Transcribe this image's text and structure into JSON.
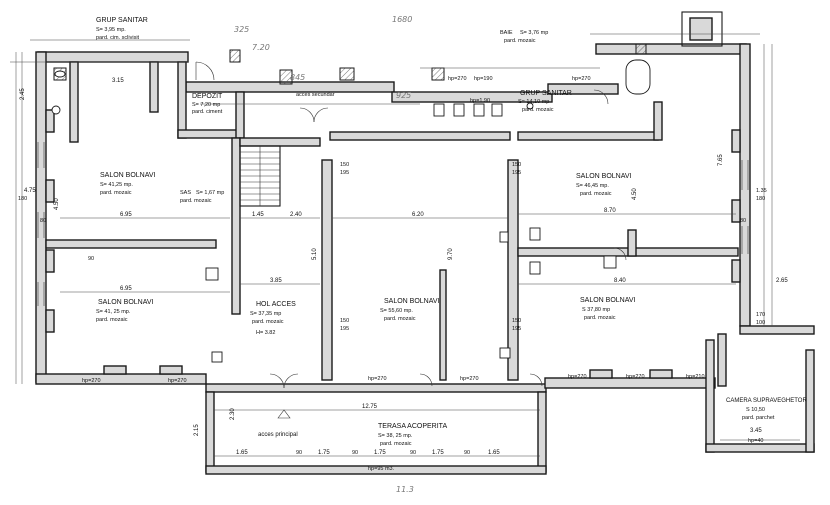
{
  "rooms": {
    "grup_sanitar_left": {
      "name": "GRUP SANITAR",
      "area": "S= 3,95 mp.",
      "floor": "pard. cim. sclivisit"
    },
    "depozit": {
      "name": "DEPOZIT",
      "area": "S= 7,20 mp",
      "floor": "pard. ciment"
    },
    "salon_nw": {
      "name": "SALON BOLNAVI",
      "area": "S= 41,25 mp.",
      "floor": "pard. mozaic"
    },
    "sas": {
      "name": "SAS",
      "area": "S= 1,67 mp",
      "floor": "pard. mozaic"
    },
    "salon_sw": {
      "name": "SALON BOLNAVI",
      "area": "S= 41, 25 mp.",
      "floor": "pard. mozaic"
    },
    "hol_acces": {
      "name": "HOL ACCES",
      "area": "S= 37,35 mp",
      "floor": "pard. mozaic",
      "height": "H= 3.82"
    },
    "salon_center": {
      "name": "SALON BOLNAVI",
      "area": "S= 55,60 mp.",
      "floor": "pard. mozaic"
    },
    "baie": {
      "name": "BAIE",
      "area": "S= 3,76 mp",
      "floor": "pard. mozaic"
    },
    "grup_sanitar_right": {
      "name": "GRUP SANITAR",
      "area": "S= 14,10 mp",
      "floor": "pard. mozaic"
    },
    "salon_ne": {
      "name": "SALON BOLNAVI",
      "area": "S= 46,45 mp.",
      "floor": "pard. mozaic"
    },
    "salon_se": {
      "name": "SALON BOLNAVI",
      "area": "S  37,80 mp",
      "floor": "pard. mozaic"
    },
    "camera": {
      "name": "CAMERA SUPRAVEGHETOR",
      "area": "S  10,50",
      "floor": "pard. parchet"
    },
    "terasa": {
      "name": "TERASA ACOPERITA",
      "area": "S= 38, 25 mp.",
      "floor": "pard. mozaic"
    }
  },
  "labels": {
    "acces_principal": "acces principal",
    "corridor": "acces secundar"
  },
  "dims": {
    "d_315": "3.15",
    "d_245": "2.45",
    "d_475": "4.75",
    "d_695a": "6.95",
    "d_695b": "6.95",
    "d_145a": "1.45",
    "d_240": "2.40",
    "d_620": "6.20",
    "d_870": "8.70",
    "d_840": "8.40",
    "d_385": "3.85",
    "d_265": "2.65",
    "d_1275": "12.75",
    "d_165a": "1.65",
    "d_165b": "1.65",
    "d_175a": "1.75",
    "d_175b": "1.75",
    "d_175c": "1.75",
    "d_90a": "90",
    "d_90b": "90",
    "d_90c": "90",
    "d_90d": "90",
    "d_345": "3.45",
    "d_450a": "4.50",
    "d_450b": "4.50",
    "d_970": "9.70",
    "d_510": "5.10",
    "d_765": "7.65",
    "d_215": "2.15",
    "d_150a": "150",
    "d_150b": "150",
    "d_150c": "150",
    "d_150d": "150",
    "d_195a": "195",
    "d_195b": "195",
    "d_195c": "195",
    "d_195d": "195",
    "d_135": "1.35",
    "d_180a": "180",
    "d_180b": "180",
    "d_170": "170",
    "d_100": "100",
    "d_90e": "90",
    "d_80a": "80",
    "d_80b": "80",
    "d_230": "2.30"
  },
  "heights": {
    "hp270_a": "hp=270",
    "hp270_b": "hp=270",
    "hp270_c": "hp=270",
    "hp270_d": "hp=270",
    "hp270_e": "hp=270",
    "hp270_f": "hp=270",
    "hp270_g": "hp=270",
    "hp270_h": "hp=270",
    "hp240": "hp=40",
    "hp190": "hp=190",
    "hp95": "hp=95 m3.",
    "hp210": "hp=210",
    "hp190_b": "hp=1.90"
  },
  "annotations": {
    "hand_1": "1680",
    "hand_2": "325",
    "hand_3": "7.20",
    "hand_4": "845",
    "hand_5": "925",
    "hand_6": "11.3"
  }
}
